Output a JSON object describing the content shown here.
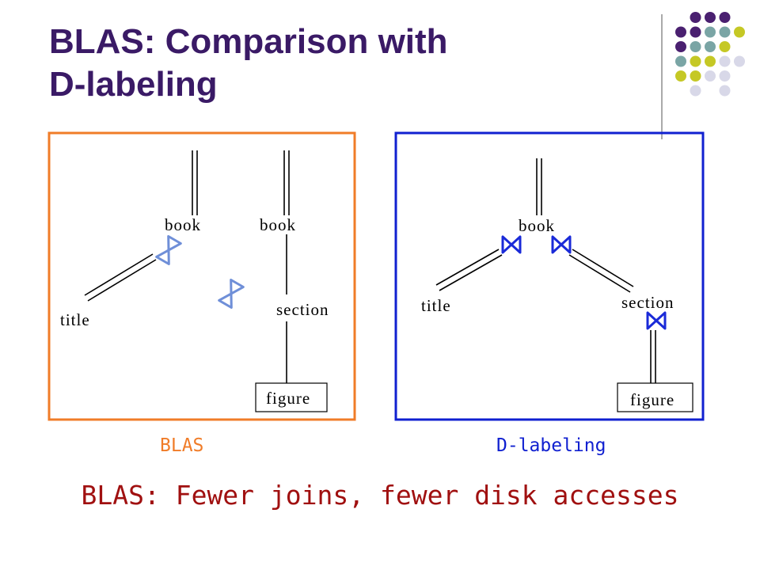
{
  "title": {
    "line1": "BLAS: Comparison with",
    "line2": "D-labeling"
  },
  "colors": {
    "title": "#3a1a66",
    "blas_frame": "#f07c28",
    "dlabel_frame": "#1020d0",
    "join_light": "#6f8fd8",
    "join_dark": "#1a2ad8",
    "takeaway": "#a01010",
    "dot_purple": "#4a2070",
    "dot_teal": "#7aa5a5",
    "dot_olive": "#c5c825",
    "dot_lavender": "#d8d8e8"
  },
  "blas_panel": {
    "caption": "BLAS",
    "nodes": {
      "book_left": "book",
      "book_right": "book",
      "title": "title",
      "section": "section",
      "figure": "figure"
    },
    "join_icon": "bowtie-join-icon"
  },
  "dlabel_panel": {
    "caption": "D-labeling",
    "nodes": {
      "book": "book",
      "title": "title",
      "section": "section",
      "figure": "figure"
    },
    "join_icon": "bowtie-join-icon"
  },
  "takeaway": "BLAS: Fewer joins, fewer disk accesses"
}
